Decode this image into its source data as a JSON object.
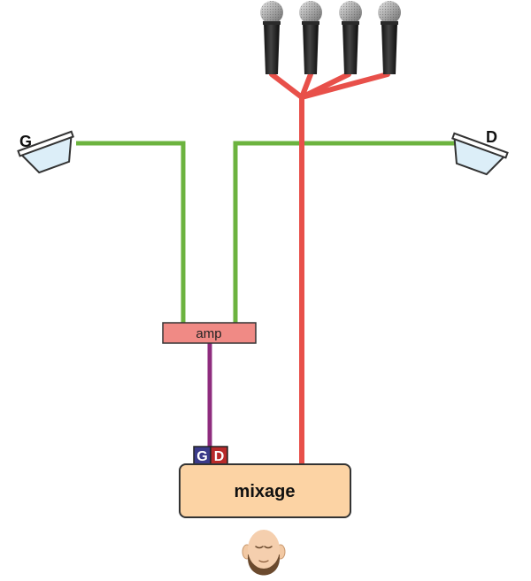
{
  "speakers": {
    "left_label": "G",
    "right_label": "D"
  },
  "amp": {
    "label": "amp"
  },
  "mixer": {
    "label": "mixage",
    "badge_left": "G",
    "badge_right": "D"
  },
  "colors": {
    "speaker_cable": "#6cb33f",
    "mic_cable": "#e8504a",
    "amp_cable": "#8e2c7e",
    "amp_fill": "#f08a85",
    "mixer_fill": "#fcd3a4",
    "badge_left": "#3b3b8a",
    "badge_right": "#b82a2a",
    "speaker_fill": "#dceef8"
  },
  "icons": {
    "microphones": [
      "microphone-icon",
      "microphone-icon",
      "microphone-icon",
      "microphone-icon"
    ],
    "speakers": [
      "speaker-icon",
      "speaker-icon"
    ],
    "person": "person-head-icon"
  }
}
